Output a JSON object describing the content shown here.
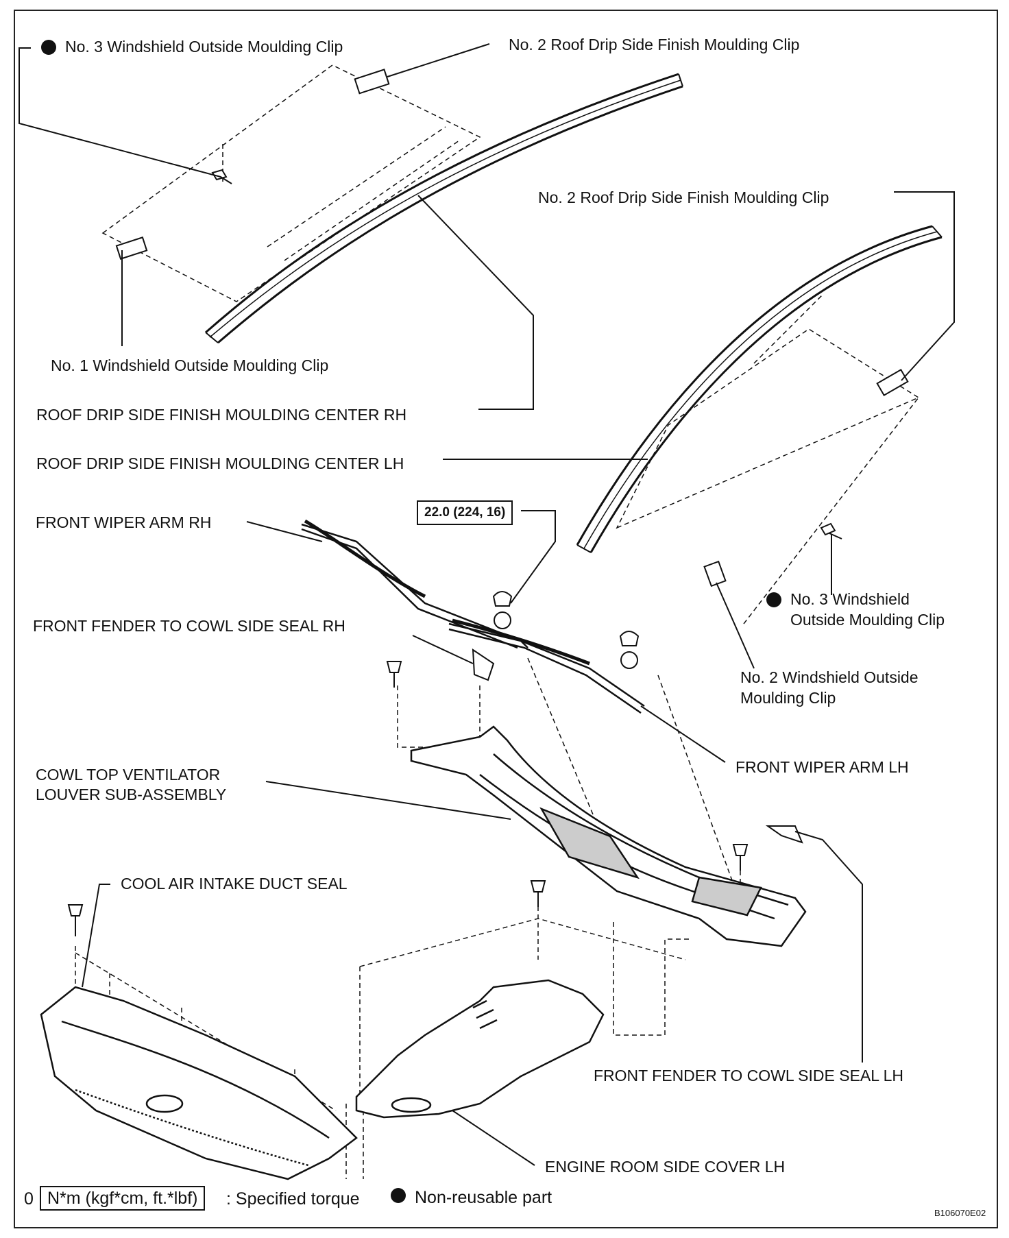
{
  "labels": {
    "no3_ws_clip_top": "No. 3 Windshield Outside Moulding Clip",
    "no2_roof_clip_top": "No. 2 Roof Drip Side Finish Moulding Clip",
    "no2_roof_clip_right": "No. 2 Roof Drip Side Finish Moulding Clip",
    "no1_ws_clip": "No. 1 Windshield Outside Moulding Clip",
    "roof_center_rh": "ROOF DRIP SIDE FINISH MOULDING CENTER RH",
    "roof_center_lh": "ROOF DRIP SIDE FINISH MOULDING CENTER LH",
    "wiper_arm_rh": "FRONT WIPER ARM RH",
    "torque_value": "22.0 (224, 16)",
    "no3_ws_clip_right_line1": "No. 3 Windshield",
    "no3_ws_clip_right_line2": "Outside Moulding Clip",
    "fender_seal_rh": "FRONT FENDER TO COWL SIDE SEAL RH",
    "no2_ws_clip_line1": "No. 2 Windshield Outside",
    "no2_ws_clip_line2": "Moulding Clip",
    "wiper_arm_lh": "FRONT WIPER ARM LH",
    "cowl_louver_line1": "COWL TOP VENTILATOR",
    "cowl_louver_line2": "LOUVER SUB-ASSEMBLY",
    "cool_air_seal": "COOL AIR INTAKE DUCT SEAL",
    "fender_seal_lh": "FRONT FENDER TO COWL SIDE SEAL LH",
    "engine_room_cover": "ENGINE ROOM SIDE COVER LH"
  },
  "legend": {
    "marker": "0",
    "torque_unit": "N*m (kgf*cm, ft.*lbf)",
    "torque_text": ": Specified torque",
    "nonreusable_text": "Non-reusable part"
  },
  "figure_code": "B106070E02"
}
